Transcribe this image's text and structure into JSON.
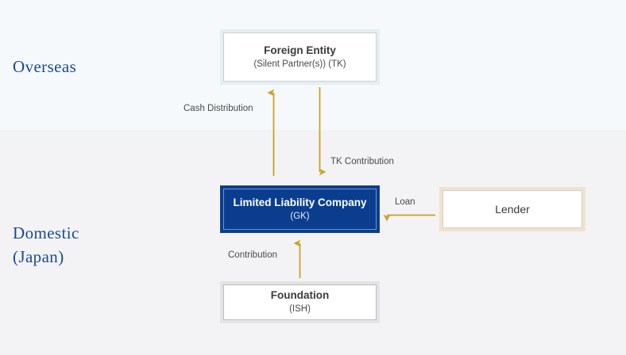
{
  "regions": [
    {
      "id": "overseas",
      "label": "Overseas"
    },
    {
      "id": "domestic",
      "label": "Domestic\n(Japan)"
    }
  ],
  "nodes": [
    {
      "id": "foreign-entity",
      "title": "Foreign Entity",
      "subtitle": "(Silent Partner(s))  (TK)",
      "region": "overseas",
      "fill": "#ffffff",
      "frame_color": "#e3eff0",
      "text_color": "#3b3b3b"
    },
    {
      "id": "limited-liability-company",
      "title": "Limited Liability Company",
      "subtitle": "(GK)",
      "region": "domestic",
      "fill": "#0b3d8f",
      "frame_color": "#0b3d8f",
      "text_color": "#ffffff"
    },
    {
      "id": "lender",
      "title": "Lender",
      "subtitle": "",
      "region": "domestic",
      "fill": "#ffffff",
      "frame_color": "#f0e3cd",
      "text_color": "#3b3b3b"
    },
    {
      "id": "foundation",
      "title": "Foundation",
      "subtitle": "(ISH)",
      "region": "domestic",
      "fill": "#ffffff",
      "frame_color": "#e4e4e6",
      "text_color": "#3b3b3b"
    }
  ],
  "edges": [
    {
      "id": "cash-distribution",
      "label": "Cash Distribution",
      "from": "limited-liability-company",
      "to": "foreign-entity",
      "direction": "up",
      "color": "#c9a227"
    },
    {
      "id": "tk-contribution",
      "label": "TK Contribution",
      "from": "foreign-entity",
      "to": "limited-liability-company",
      "direction": "down",
      "color": "#c9a227"
    },
    {
      "id": "loan",
      "label": "Loan",
      "from": "lender",
      "to": "limited-liability-company",
      "direction": "left",
      "color": "#c9a227"
    },
    {
      "id": "contribution",
      "label": "Contribution",
      "from": "foundation",
      "to": "limited-liability-company",
      "direction": "up",
      "color": "#c9a227"
    }
  ],
  "colors": {
    "band_overseas": "#f5f9fb",
    "band_domestic": "#f3f3f5",
    "region_label": "#1a4a8f",
    "arrow": "#c9a227",
    "navy": "#0b3d8f"
  }
}
